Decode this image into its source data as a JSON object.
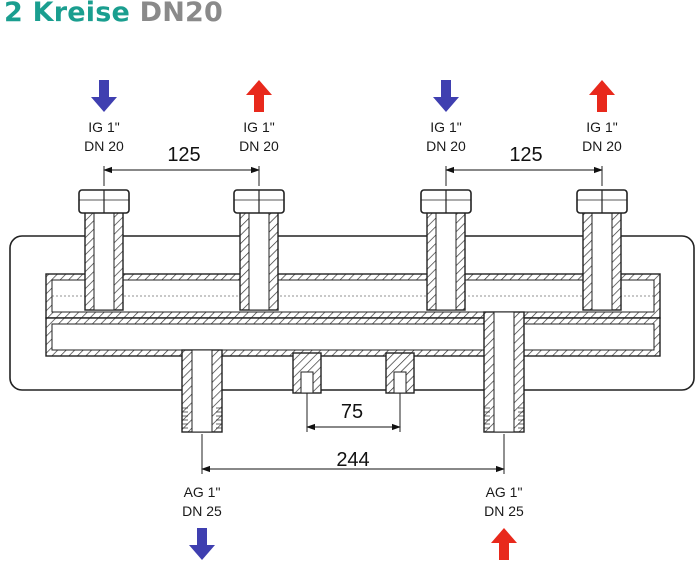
{
  "title": {
    "part1": "2 Kreise",
    "part2": "DN20"
  },
  "top_ports": [
    {
      "thread": "IG 1\"",
      "size": "DN 20",
      "flow": "in"
    },
    {
      "thread": "IG 1\"",
      "size": "DN 20",
      "flow": "out"
    },
    {
      "thread": "IG 1\"",
      "size": "DN 20",
      "flow": "in"
    },
    {
      "thread": "IG 1\"",
      "size": "DN 20",
      "flow": "out"
    }
  ],
  "bottom_ports": [
    {
      "thread": "AG 1\"",
      "size": "DN 25",
      "flow": "in"
    },
    {
      "thread": "AG 1\"",
      "size": "DN 25",
      "flow": "out"
    }
  ],
  "dimensions": {
    "top_left": "125",
    "top_right": "125",
    "middle": "75",
    "bottom": "244"
  },
  "colors": {
    "in": "#3f3fb0",
    "out": "#e8291c",
    "title_accent": "#1a9e8f",
    "title_grey": "#8a8a8a"
  }
}
